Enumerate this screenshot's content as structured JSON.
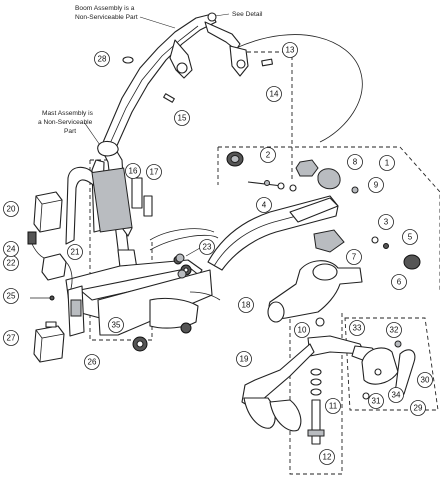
{
  "notes": {
    "boom_line1": "Boom Assembly is a",
    "boom_line2": "Non-Serviceable Part",
    "detail": "See Detail",
    "mast_line1": "Mast Assembly is",
    "mast_line2": "a Non-Serviceable",
    "mast_line3": "Part"
  },
  "callouts": [
    "1",
    "2",
    "3",
    "4",
    "5",
    "6",
    "7",
    "8",
    "9",
    "10",
    "11",
    "12",
    "13",
    "14",
    "15",
    "16",
    "17",
    "18",
    "19",
    "20",
    "21",
    "22",
    "23",
    "24",
    "25",
    "26",
    "27",
    "28",
    "29",
    "30",
    "31",
    "32",
    "33",
    "34",
    "35"
  ]
}
